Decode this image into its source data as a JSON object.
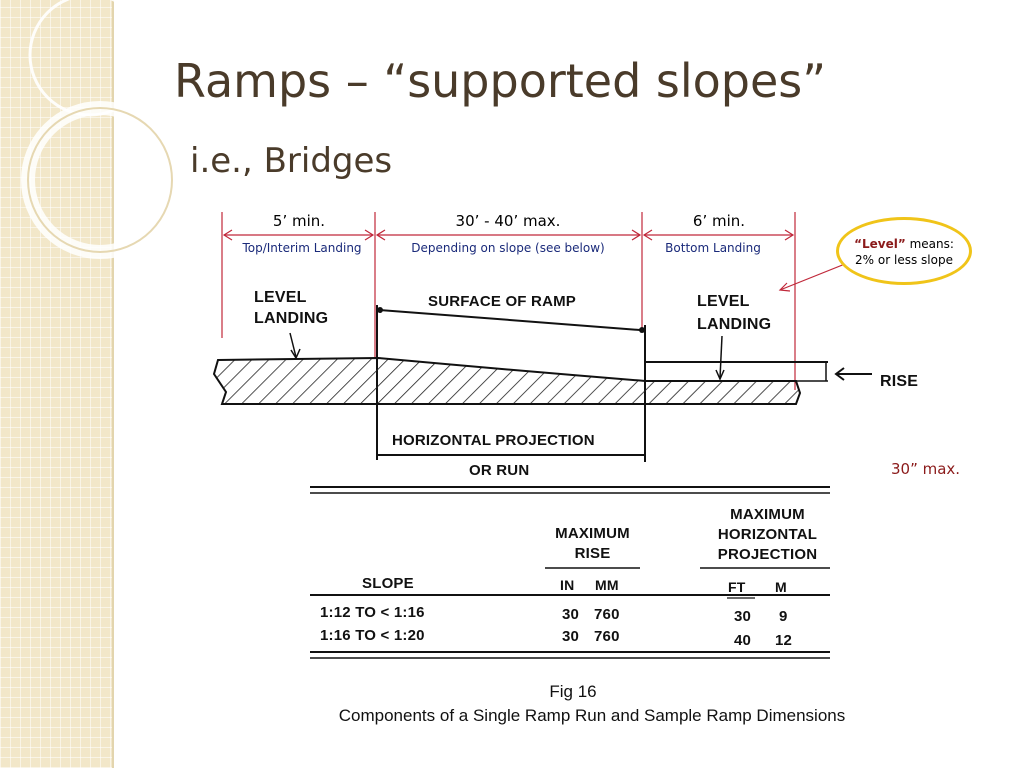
{
  "title": "Ramps – “supported slopes”",
  "subtitle": "i.e., Bridges",
  "dimensions": [
    {
      "label": "5’ min.",
      "sublabel": "Top/Interim Landing"
    },
    {
      "label": "30’ - 40’ max.",
      "sublabel": "Depending on slope  (see below)"
    },
    {
      "label": "6’ min.",
      "sublabel": "Bottom Landing"
    }
  ],
  "callout": {
    "term": "Level",
    "quote_open": "“",
    "quote_close": "”",
    "line1_rest": " means:",
    "line2": "2% or less slope"
  },
  "rise_note": "30” max.",
  "drawing": {
    "level_landing_left": [
      "LEVEL",
      "LANDING"
    ],
    "surface_of_ramp": "SURFACE OF RAMP",
    "level_landing_right": [
      "LEVEL",
      "LANDING"
    ],
    "rise": "RISE",
    "horizontal_projection": [
      "HORIZONTAL PROJECTION",
      "OR RUN"
    ]
  },
  "table": {
    "headers": {
      "slope": "SLOPE",
      "max_rise": [
        "MAXIMUM",
        "RISE"
      ],
      "max_rise_units": [
        "IN",
        "MM"
      ],
      "max_horizontal": [
        "MAXIMUM",
        "HORIZONTAL",
        "PROJECTION"
      ],
      "max_horizontal_units": [
        "FT",
        "M"
      ]
    },
    "rows": [
      {
        "slope": "1:12 TO < 1:16",
        "in": "30",
        "mm": "760",
        "ft": "30",
        "m": "9"
      },
      {
        "slope": "1:16 TO < 1:20",
        "in": "30",
        "mm": "760",
        "ft": "40",
        "m": "12"
      }
    ]
  },
  "figure": {
    "number": "Fig 16",
    "caption": "Components of a Single Ramp Run and Sample Ramp Dimensions"
  },
  "colors": {
    "title": "#4a3b2a",
    "dimension_lines": "#c0283a",
    "callout_border": "#f0c419",
    "emphasis": "#8b1a1a",
    "sublabel": "#1a2a7a",
    "sidebar": "#f2e7c9"
  }
}
